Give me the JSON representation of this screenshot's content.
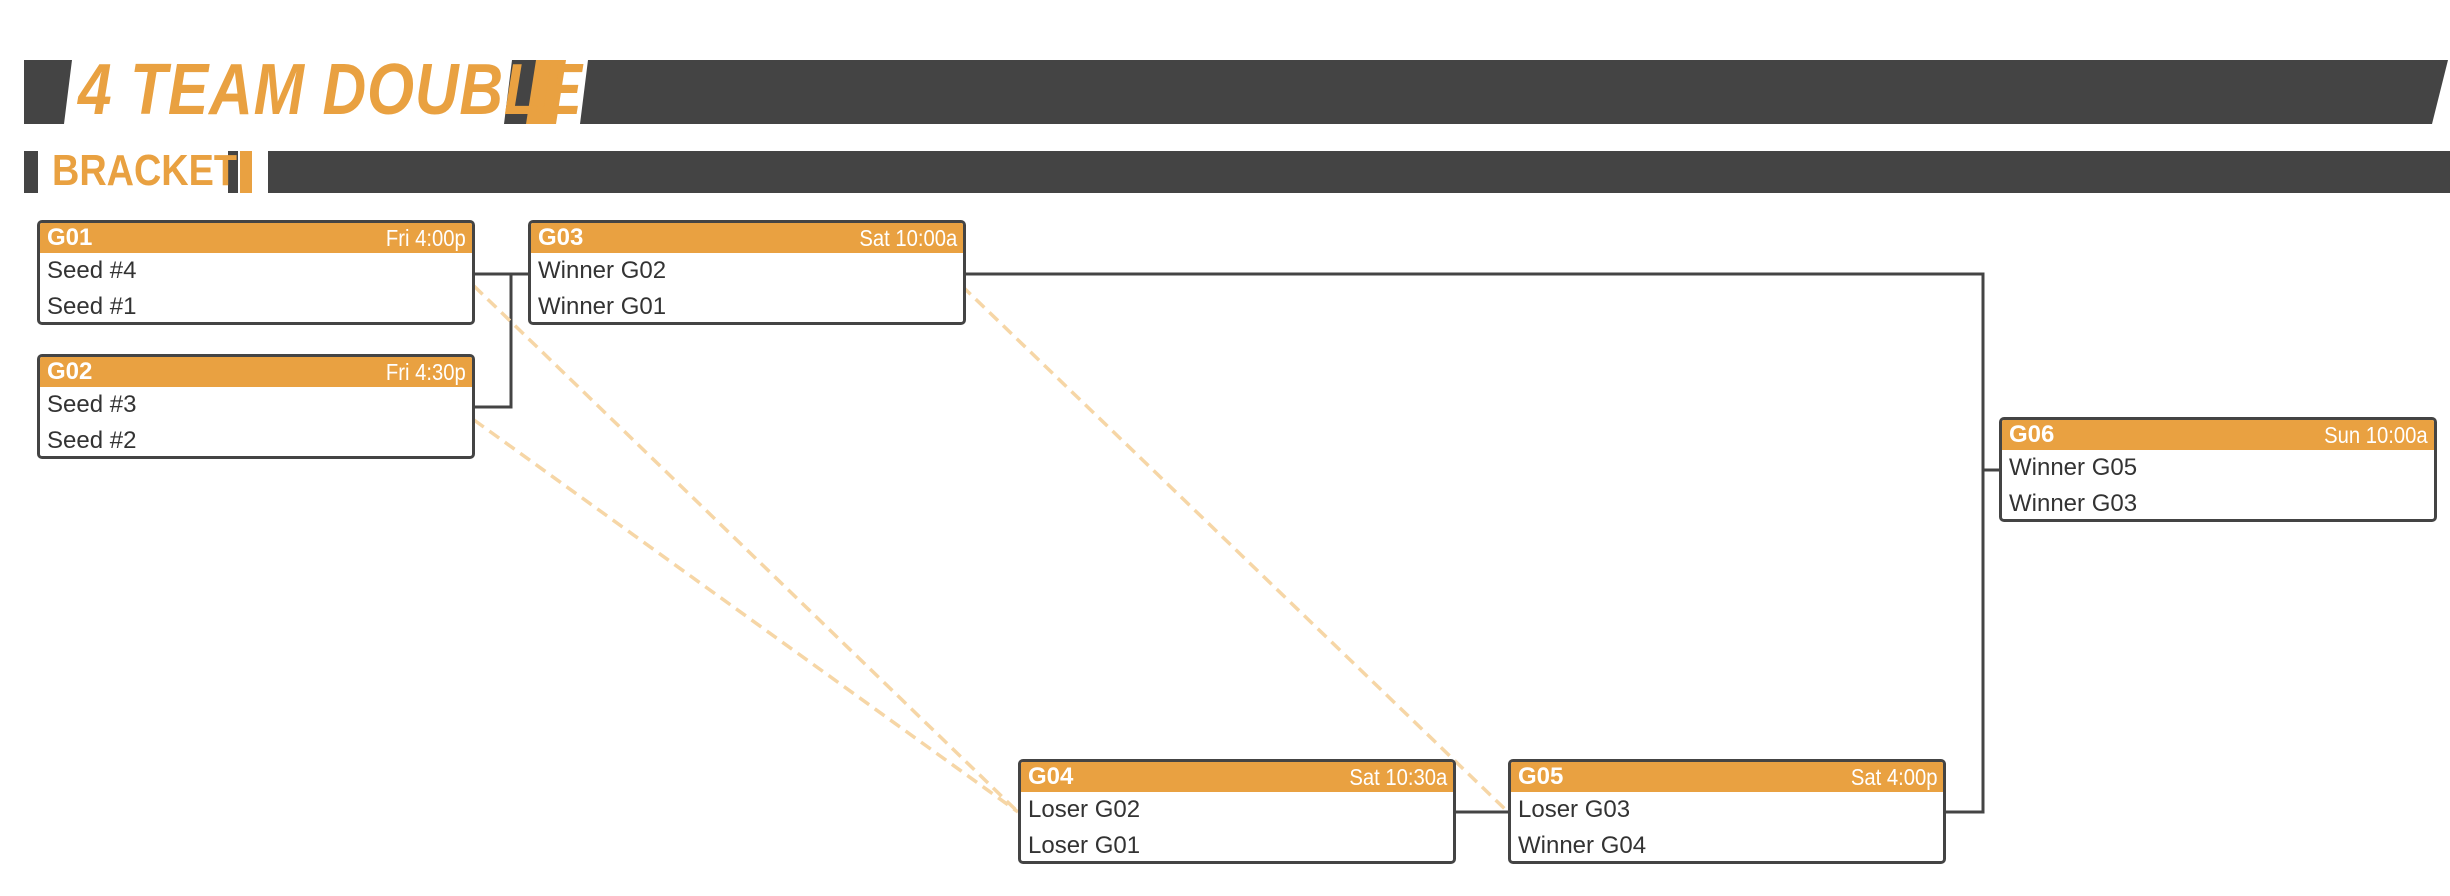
{
  "title": "4 TEAM DOUBLE",
  "subtitle": "BRACKET",
  "colors": {
    "accent": "#e9a141",
    "dark": "#444444",
    "dashed": "#f6d6a6"
  },
  "games": [
    {
      "id": "G01",
      "time": "Fri 4:00p",
      "teams": [
        "Seed #4",
        "Seed #1"
      ]
    },
    {
      "id": "G02",
      "time": "Fri 4:30p",
      "teams": [
        "Seed #3",
        "Seed #2"
      ]
    },
    {
      "id": "G03",
      "time": "Sat 10:00a",
      "teams": [
        "Winner G02",
        "Winner G01"
      ]
    },
    {
      "id": "G04",
      "time": "Sat 10:30a",
      "teams": [
        "Loser G02",
        "Loser G01"
      ]
    },
    {
      "id": "G05",
      "time": "Sat 4:00p",
      "teams": [
        "Loser G03",
        "Winner G04"
      ]
    },
    {
      "id": "G06",
      "time": "Sun 10:00a",
      "teams": [
        "Winner G05",
        "Winner G03"
      ]
    }
  ]
}
